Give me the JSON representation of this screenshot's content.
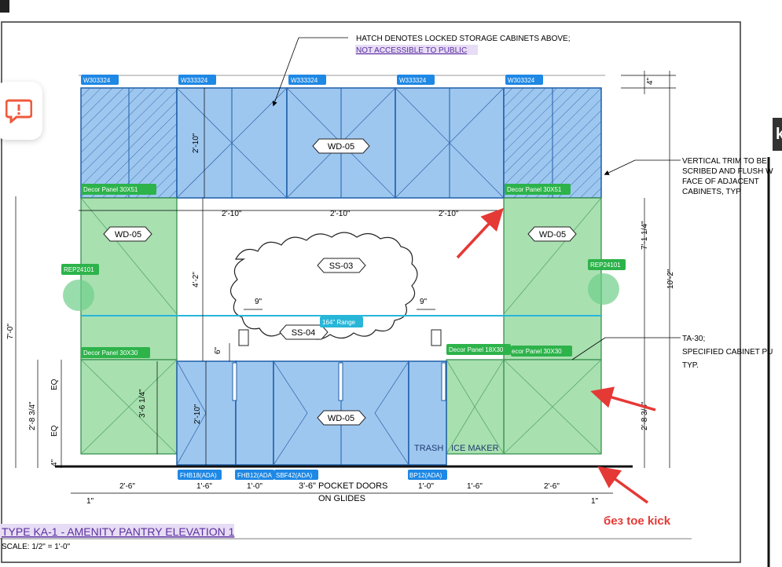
{
  "drawing": {
    "title": "TYPE KA-1 - AMENITY PANTRY ELEVATION 1",
    "scale": "SCALE:  1/2\" = 1'-0\"",
    "notes": {
      "hatch_line1": "HATCH DENOTES LOCKED STORAGE CABINETS ABOVE;",
      "hatch_line2": "NOT ACCESSIBLE TO PUBLIC",
      "trim_line1": "VERTICAL TRIM TO BE",
      "trim_line1b": "SCRIBED AND FLUSH W",
      "trim_line2": "FACE OF ADJACENT",
      "trim_line3": "CABINETS, TYP",
      "ta_line1": "TA-30;",
      "ta_line2": "SPECIFIED CABINET PU",
      "ta_line3": "TYP."
    },
    "upper_tags": [
      "W303324",
      "W333324",
      "W333324",
      "W333324",
      "W303324"
    ],
    "panel_tags": {
      "decor_ul": "Decor Panel 30X51",
      "decor_ur": "Decor Panel 30X51",
      "decor_ll": "Decor Panel 30X30",
      "decor_18": "Decor Panel 18X30",
      "decor_lr": "ecor Panel 30X30",
      "rep_left": "REP24101",
      "rep_right": "REP24101",
      "range": "164\" Range"
    },
    "bottom_tags": [
      "FHB18(ADA)",
      "FHB12(ADA",
      "SBF42(ADA)",
      "BP12(ADA)"
    ],
    "materials": {
      "wd_upper": "WD-05",
      "wd_left": "WD-05",
      "wd_right": "WD-05",
      "wd_lower": "WD-05",
      "ss03": "SS-03",
      "ss04": "SS-04"
    },
    "labels": {
      "trash": "TRASH",
      "ice": "ICE MAKER",
      "pocket1": "3'-6\" POCKET DOORS",
      "pocket2": "ON GLIDES"
    },
    "dims": {
      "top_4": "4\"",
      "d2_10_up": "2'-10\"",
      "d2_10_a": "2'-10\"",
      "d2_10_b": "2'-10\"",
      "d2_10_c": "2'-10\"",
      "d4_2": "4'-2\"",
      "d9_a": "9\"",
      "d9_b": "9\"",
      "d6": "6\"",
      "d7_0": "7'-0\"",
      "d7_1_4": "7'-1 1/4\"",
      "d10_2": "10'-2\"",
      "d2_8_34_l": "2'-8 3/4\"",
      "d2_8_34_r": "2'-8 3/4\"",
      "eq1": "EQ",
      "eq2": "EQ",
      "d3_6_14": "3'-6 1/4\"",
      "d2_10_low": "2'-10\"",
      "d4_bot": "4\"",
      "b2_6_l": "2'-6\"",
      "b1_6_a": "1'-6\"",
      "b1_0_a": "1'-0\"",
      "b1_0_b": "1'-0\"",
      "b1_6_b": "1'-6\"",
      "b2_6_r": "2'-6\"",
      "b1_l": "1\"",
      "b1_r": "1\""
    },
    "annotation": "без toe kick",
    "tab_letter": "k"
  },
  "colors": {
    "blue_fill": "#9ec7f0",
    "blue_tag": "#1e88e5",
    "green_fill": "#a8e0b0",
    "green_tag": "#2db34a",
    "cyan_line": "#27b6d8",
    "red_arrow": "#e53935",
    "title_bg": "#e7dcf5"
  },
  "icons": {
    "comment": "comment-alert-icon"
  }
}
